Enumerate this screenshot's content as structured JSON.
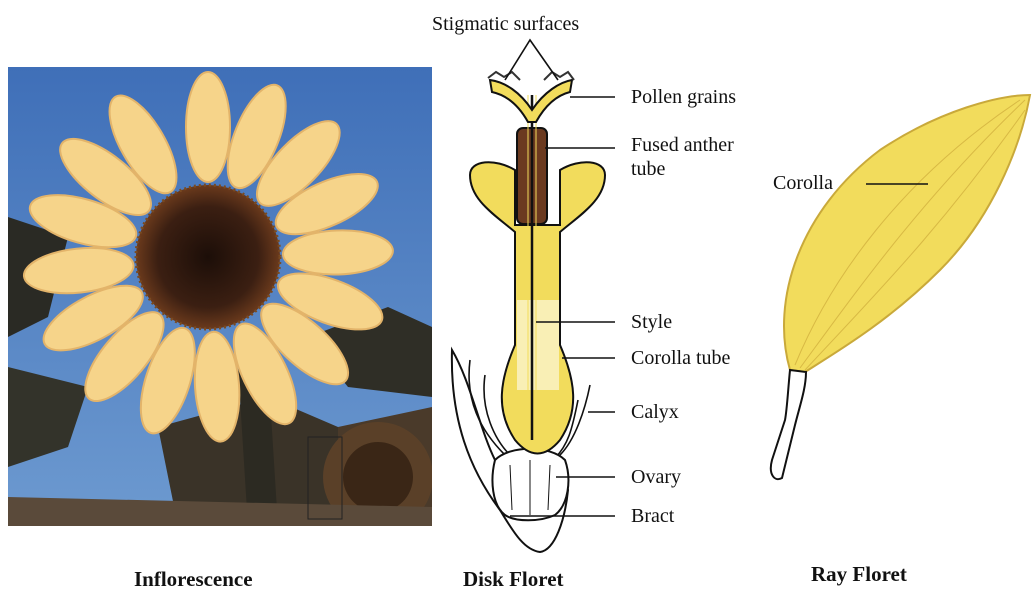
{
  "labels": {
    "stigmatic_surfaces": "Stigmatic surfaces",
    "pollen_grains": "Pollen grains",
    "fused_anther_tube_line1": "Fused anther",
    "fused_anther_tube_line2": "tube",
    "style": "Style",
    "corolla_tube": "Corolla tube",
    "calyx": "Calyx",
    "ovary": "Ovary",
    "bract": "Bract",
    "corolla": "Corolla"
  },
  "captions": {
    "inflorescence": "Inflorescence",
    "disk_floret": "Disk Floret",
    "ray_floret": "Ray Floret"
  },
  "colors": {
    "sky": "#4a7fc0",
    "petal": "#f6d48a",
    "petal_dark": "#e3b46a",
    "disk": "#3b1f12",
    "leaf": "#2a2a24",
    "floret_yellow": "#f2dc5c",
    "anther": "#6b3a20",
    "line": "#111111"
  }
}
